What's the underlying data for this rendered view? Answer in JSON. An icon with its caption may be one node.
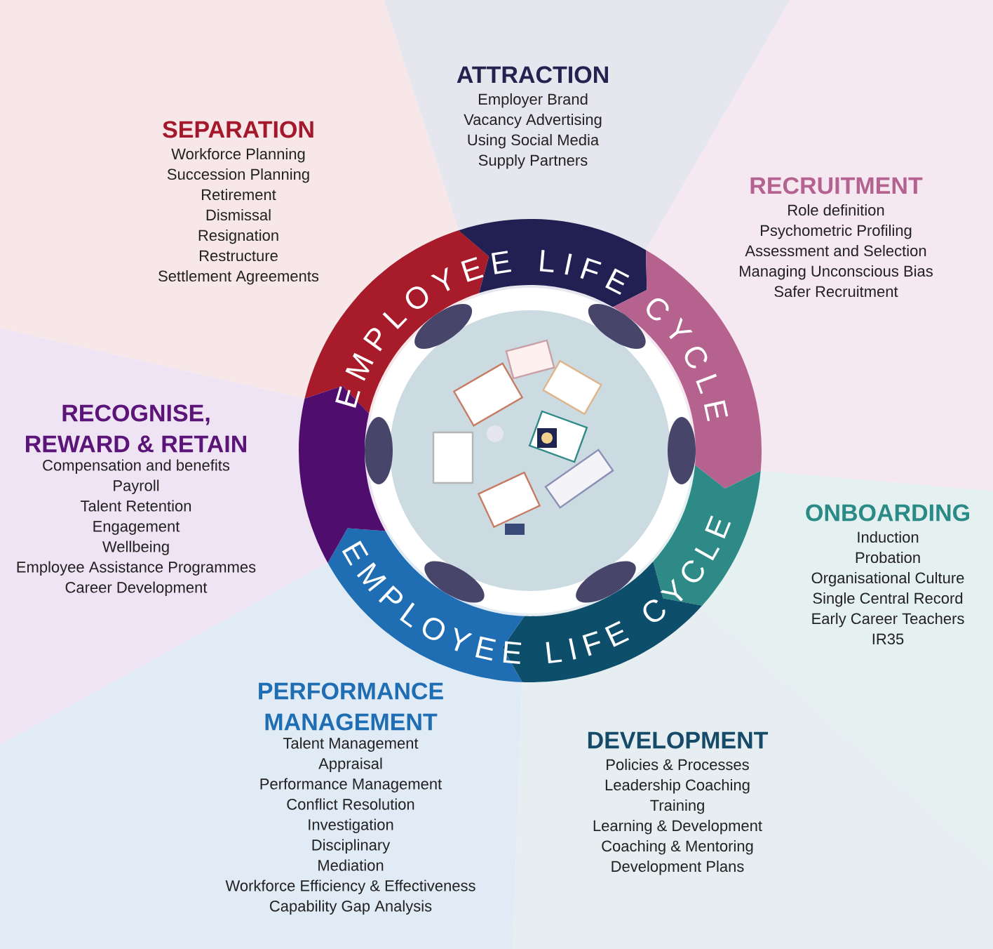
{
  "diagram": {
    "nodes": [
      {
        "text": [
          "ATTRACTION",
          "Employer Brand",
          "Vacancy Advertising",
          "Using Social Media",
          "Supply Partners"
        ]
      },
      {
        "text": [
          "SEPARATION",
          "Workforce Planning",
          "Succession Planning",
          "Retirement",
          "Dismissal",
          "Resignation",
          "Restructure",
          "Settlement Agreements"
        ]
      },
      {
        "text": [
          "RECRUITMENT",
          "Role definition",
          "Psychometric Profiling",
          "Assessment and Selection",
          "Managing Unconscious Bias",
          "Safer Recruitment"
        ]
      },
      {
        "text": [
          "RECOGNISE, REWARD & RETAIN",
          "Compensation and benefits",
          "Payroll",
          "Talent Retention",
          "Engagement",
          "Wellbeing",
          "Employee Assistance Programmes",
          "Career Development"
        ]
      },
      {
        "text": [
          "ONBOARDING",
          "Induction",
          "Probation",
          "Organisational Culture",
          "Single Central Record",
          "Early Career Teachers",
          "IR35"
        ]
      },
      {
        "text": [
          "PERFORMANCE MANAGEMENT",
          "Talent Management",
          "Appraisal",
          "Performance Management",
          "Conflict Resolution",
          "Investigation",
          "Disciplinary",
          "Mediation",
          "Workforce Efficiency & Effectiveness",
          "Capability Gap Analysis"
        ]
      },
      {
        "text": [
          "DEVELOPMENT",
          "Policies & Processes",
          "Leadership Coaching",
          "Training",
          "Learning & Development",
          "Coaching & Mentoring",
          "Development Plans"
        ]
      }
    ],
    "labels": [
      "EMPLOYEE LIFE CYCLE",
      "EMPLOYEE LIFE CYCLE"
    ]
  }
}
